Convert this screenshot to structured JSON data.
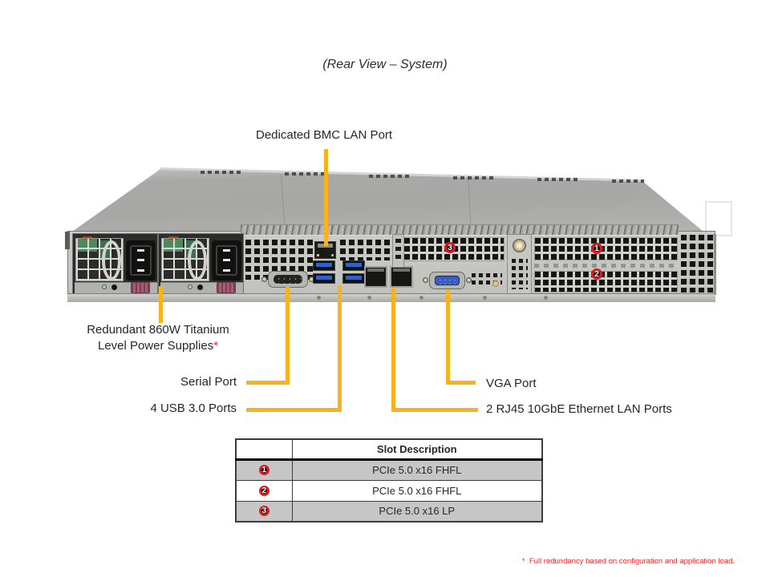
{
  "page": {
    "title": "(Rear View – System)",
    "footnote": "*  Full redundancy based on configuration and application load."
  },
  "callouts": {
    "bmc_lan": "Dedicated BMC LAN Port",
    "psu_line1": "Redundant 860W Titanium",
    "psu_line2": "Level Power Supplies",
    "psu_footnote_mark": "*",
    "serial": "Serial Port",
    "usb": "4 USB 3.0 Ports",
    "vga": "VGA Port",
    "lan": "2 RJ45 10GbE Ethernet LAN Ports"
  },
  "slot_badges": {
    "slot1": "1",
    "slot2": "2",
    "slot3": "3"
  },
  "slot_table": {
    "header": "Slot Description",
    "rows": [
      {
        "badge": "1",
        "description": "PCIe 5.0 x16 FHFL"
      },
      {
        "badge": "2",
        "description": "PCIe 5.0 x16 FHFL"
      },
      {
        "badge": "3",
        "description": "PCIe 5.0 x16 LP"
      }
    ]
  },
  "colors": {
    "callout_yellow": "#F7B31B",
    "badge_red": "#DF1B21",
    "footnote_red": "#FB2020",
    "table_row_gray": "#C6C6C6"
  }
}
